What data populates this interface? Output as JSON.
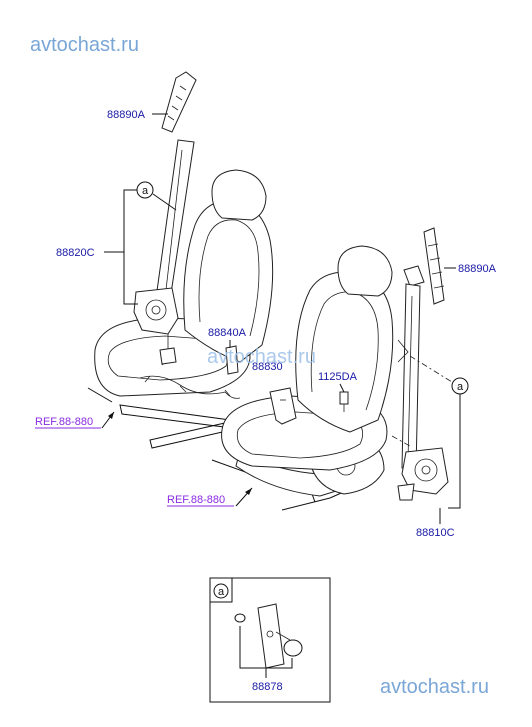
{
  "watermarks": {
    "top_left": "avtochast.ru",
    "center": "avtochast.ru",
    "bottom_right": "avtochast.ru"
  },
  "labels": {
    "p88890A_left": "88890A",
    "p88890A_right": "88890A",
    "p88820C": "88820C",
    "p88840A": "88840A",
    "p1125DA": "1125DA",
    "p88810C": "88810C",
    "p88878": "88878",
    "ref_left": "REF.88-880",
    "ref_center": "REF.88-880"
  },
  "callouts": {
    "a_left": "a",
    "a_right": "a",
    "a_detail": "a"
  }
}
